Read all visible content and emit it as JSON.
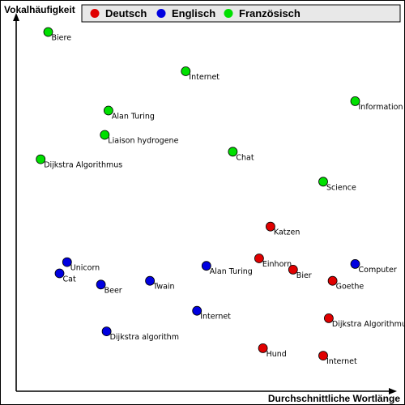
{
  "chart_data": {
    "type": "scatter",
    "xlabel": "Durchschnittliche Wortlänge",
    "ylabel": "Vokalhäufigkeit",
    "xlim": [
      0,
      100
    ],
    "ylim": [
      0,
      100
    ],
    "grid": false,
    "legend": "top",
    "series": [
      {
        "name": "Deutsch",
        "color": "#e00000",
        "points": [
          {
            "label": "Katzen",
            "x": 67.5,
            "y": 44.0
          },
          {
            "label": "Einhorn",
            "x": 64.5,
            "y": 35.5
          },
          {
            "label": "Bier",
            "x": 73.5,
            "y": 32.5
          },
          {
            "label": "Goethe",
            "x": 84.0,
            "y": 29.5
          },
          {
            "label": "Dijkstra Algorithmus",
            "x": 83.0,
            "y": 19.5
          },
          {
            "label": "Hund",
            "x": 65.5,
            "y": 11.5
          },
          {
            "label": "Internet",
            "x": 81.5,
            "y": 9.5
          }
        ]
      },
      {
        "name": "Englisch",
        "color": "#0000e0",
        "points": [
          {
            "label": "Unicorn",
            "x": 13.5,
            "y": 34.5
          },
          {
            "label": "Cat",
            "x": 11.5,
            "y": 31.5
          },
          {
            "label": "Beer",
            "x": 22.5,
            "y": 28.5
          },
          {
            "label": "Twain",
            "x": 35.5,
            "y": 29.5
          },
          {
            "label": "Alan Turing",
            "x": 50.5,
            "y": 33.5
          },
          {
            "label": "Computer",
            "x": 90.0,
            "y": 34.0
          },
          {
            "label": "Internet",
            "x": 48.0,
            "y": 21.5
          },
          {
            "label": "Dijkstra algorithm",
            "x": 24.0,
            "y": 16.0
          }
        ]
      },
      {
        "name": "Französisch",
        "color": "#00e000",
        "points": [
          {
            "label": "Biere",
            "x": 8.5,
            "y": 96.0
          },
          {
            "label": "Internet",
            "x": 45.0,
            "y": 85.5
          },
          {
            "label": "Information",
            "x": 90.0,
            "y": 77.5
          },
          {
            "label": "Alan Turing",
            "x": 24.5,
            "y": 75.0
          },
          {
            "label": "Liaison hydrogene",
            "x": 23.5,
            "y": 68.5
          },
          {
            "label": "Chat",
            "x": 57.5,
            "y": 64.0
          },
          {
            "label": "Dijkstra Algorithmus",
            "x": 6.5,
            "y": 62.0
          },
          {
            "label": "Science",
            "x": 81.5,
            "y": 56.0
          }
        ]
      }
    ]
  }
}
